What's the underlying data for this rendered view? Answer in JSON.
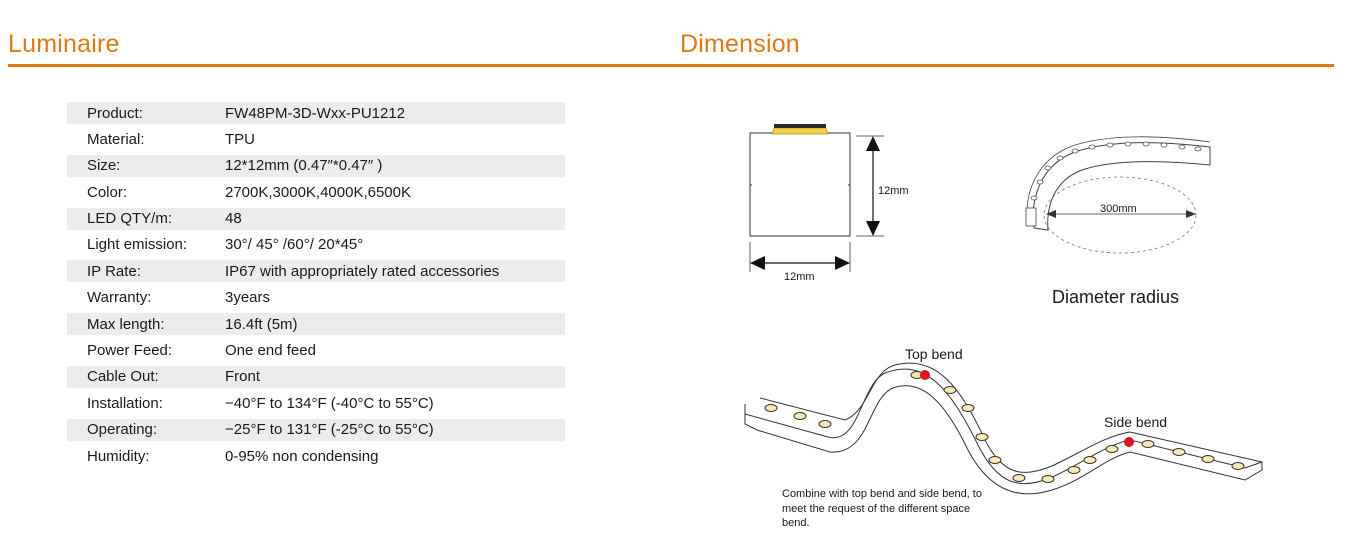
{
  "headers": {
    "luminaire": "Luminaire",
    "dimension": "Dimension"
  },
  "specs": [
    {
      "label": "Product:",
      "value": "FW48PM-3D-Wxx-PU1212",
      "shaded": true
    },
    {
      "label": "Material:",
      "value": "TPU",
      "shaded": false
    },
    {
      "label": "Size:",
      "value": "12*12mm (0.47″*0.47″ )",
      "shaded": true
    },
    {
      "label": "Color:",
      "value": "2700K,3000K,4000K,6500K",
      "shaded": false
    },
    {
      "label": "LED QTY/m:",
      "value": "48",
      "shaded": true
    },
    {
      "label": "Light emission:",
      "value": "30°/ 45° /60°/ 20*45°",
      "shaded": false
    },
    {
      "label": "IP Rate:",
      "value": "IP67 with appropriately rated accessories",
      "shaded": true
    },
    {
      "label": "Warranty:",
      "value": "3years",
      "shaded": false
    },
    {
      "label": "Max length:",
      "value": "16.4ft (5m)",
      "shaded": true
    },
    {
      "label": "Power Feed:",
      "value": "One end feed",
      "shaded": false
    },
    {
      "label": "Cable Out:",
      "value": "Front",
      "shaded": true
    },
    {
      "label": "Installation:",
      "value": "−40°F to 134°F (-40°C to 55°C)",
      "shaded": false
    },
    {
      "label": "Operating:",
      "value": "−25°F to 131°F (-25°C to 55°C)",
      "shaded": true
    },
    {
      "label": "Humidity:",
      "value": "0-95% non condensing",
      "shaded": false
    }
  ],
  "dimension": {
    "height_label": "12mm",
    "width_label": "12mm",
    "radius_label": "300mm",
    "diameter_caption": "Diameter radius",
    "top_bend_label": "Top bend",
    "side_bend_label": "Side bend",
    "note": "Combine with top bend and side bend, to meet the request of the different space bend."
  },
  "colors": {
    "accent": "#e07a10",
    "row_shade": "#ececec",
    "led_yellow": "#f2d24a",
    "bend_marker": "#e0141c"
  }
}
